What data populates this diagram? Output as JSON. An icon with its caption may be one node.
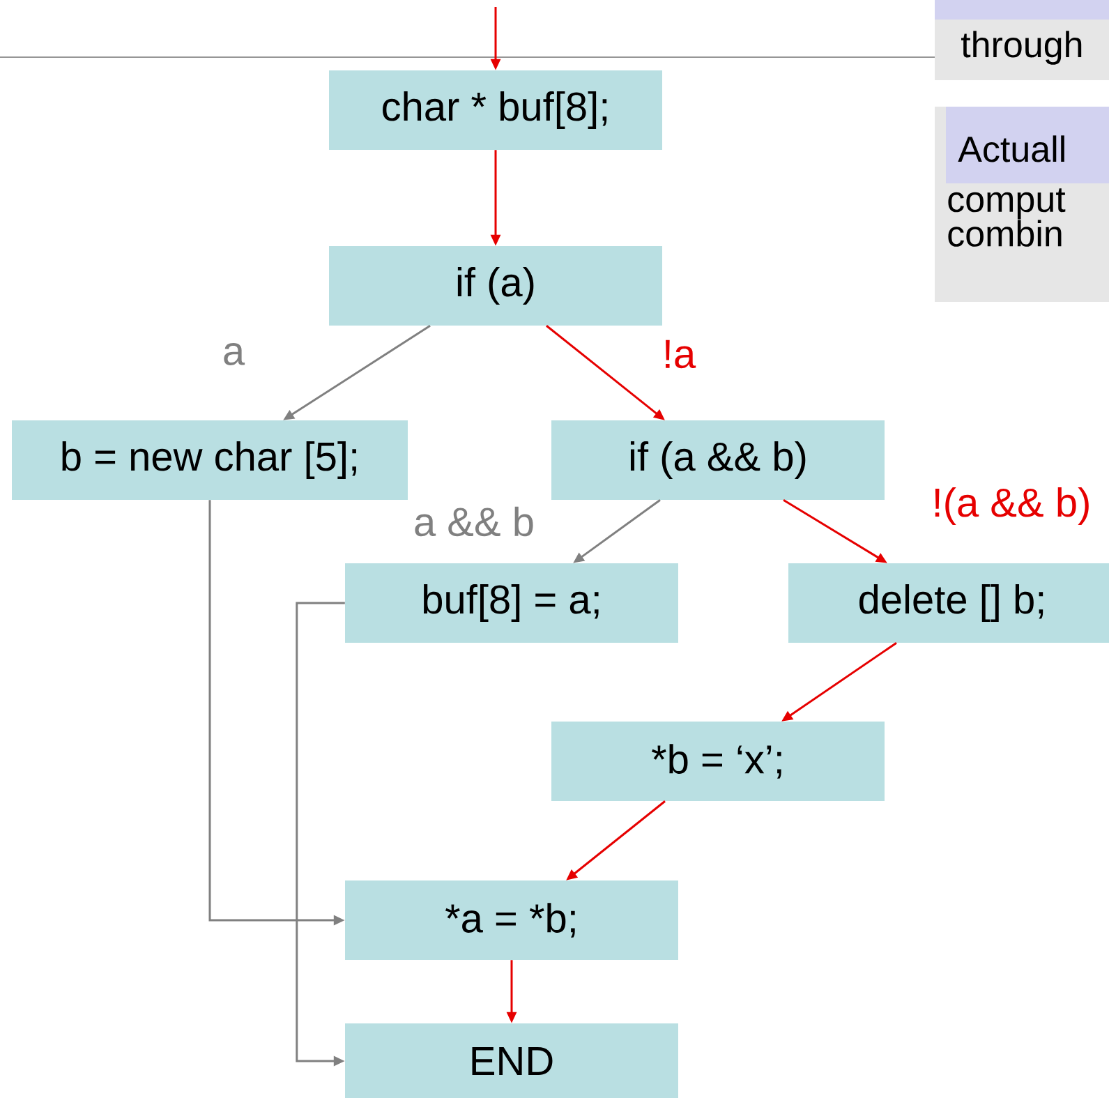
{
  "diagram": {
    "nodes": [
      {
        "text": [
          "char * buf[8];"
        ]
      },
      {
        "text": [
          "if (a)"
        ]
      },
      {
        "text": [
          "b = new char [5];"
        ]
      },
      {
        "text": [
          "if (a && b)"
        ]
      },
      {
        "text": [
          "buf[8] = a;"
        ]
      },
      {
        "text": [
          "delete [] b;"
        ]
      },
      {
        "text": [
          "*b = ‘x’;"
        ]
      },
      {
        "text": [
          "*a = *b;"
        ]
      },
      {
        "text": [
          "END"
        ]
      },
      {
        "text": [
          "through"
        ]
      },
      {
        "text": [
          "Actuall",
          "comput combin"
        ]
      }
    ],
    "edges": [
      {
        "from": null,
        "to": 0,
        "arrow": "to"
      },
      {
        "from": 0,
        "to": 1,
        "arrow": "to"
      },
      {
        "from": 1,
        "to": 2,
        "arrow": "to",
        "label": "a",
        "color": "#808080"
      },
      {
        "from": 1,
        "to": 3,
        "arrow": "to",
        "label": "!a"
      },
      {
        "from": 3,
        "to": 4,
        "arrow": "to",
        "label": "a && b",
        "color": "#808080"
      },
      {
        "from": 3,
        "to": 5,
        "arrow": "to",
        "label": "!(a && b)"
      },
      {
        "from": 5,
        "to": 6,
        "arrow": "to"
      },
      {
        "from": 6,
        "to": 7,
        "arrow": "to"
      },
      {
        "from": 2,
        "to": 7,
        "arrow": "to",
        "color": "#808080"
      },
      {
        "from": 4,
        "to": 8,
        "arrow": "to",
        "color": "#808080"
      },
      {
        "from": 7,
        "to": 8,
        "arrow": "to"
      }
    ]
  }
}
